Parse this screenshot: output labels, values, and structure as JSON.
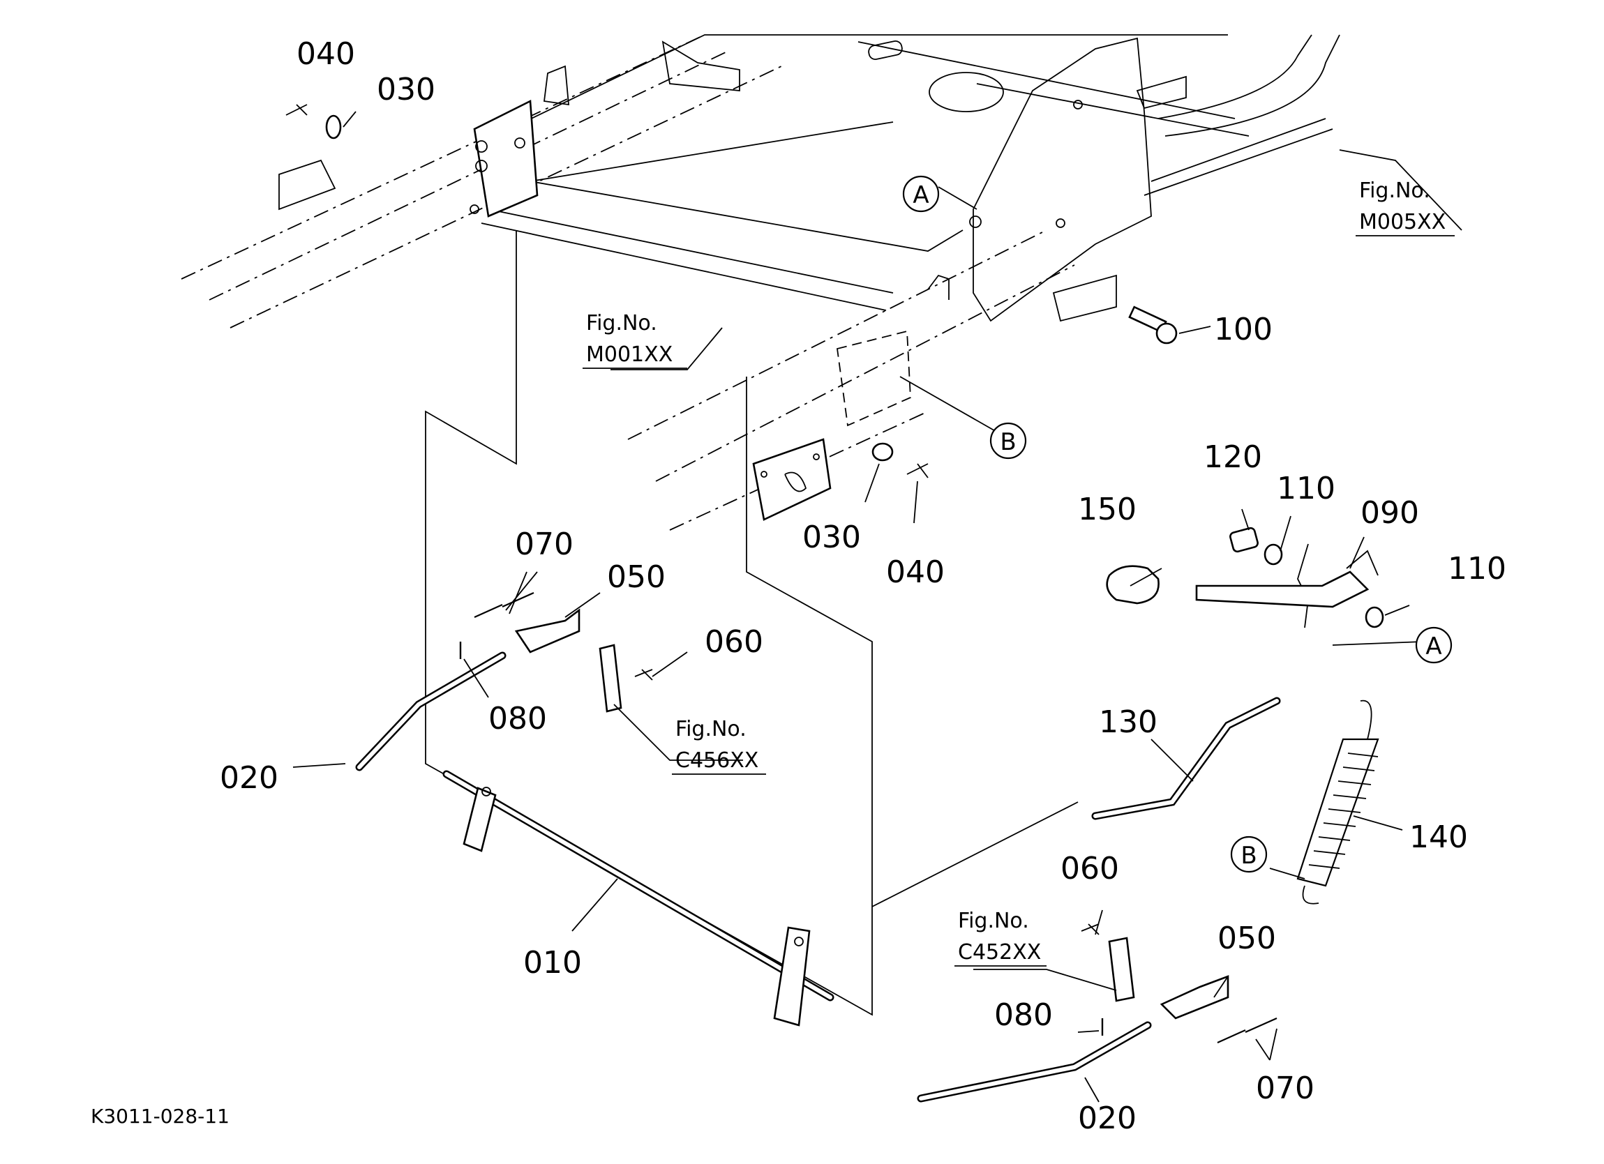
{
  "diagram": {
    "drawing_number": "K3011-028-11",
    "parts": {
      "p010": "010",
      "p020_left": "020",
      "p020_right": "020",
      "p030_top": "030",
      "p030_mid": "030",
      "p040_top": "040",
      "p040_mid": "040",
      "p050_left": "050",
      "p050_right": "050",
      "p060_left": "060",
      "p060_right": "060",
      "p070_left": "070",
      "p070_right": "070",
      "p080_left": "080",
      "p080_right": "080",
      "p090": "090",
      "p100": "100",
      "p110_top": "110",
      "p110_right": "110",
      "p120": "120",
      "p130": "130",
      "p140": "140",
      "p150": "150"
    },
    "references": {
      "m005_title": "Fig.No.",
      "m005_code": "M005XX",
      "m001_title": "Fig.No.",
      "m001_code": "M001XX",
      "c456_title": "Fig.No.",
      "c456_code": "C456XX",
      "c452_title": "Fig.No.",
      "c452_code": "C452XX"
    },
    "markers": {
      "a_top": "A",
      "a_right": "A",
      "b_mid": "B",
      "b_spring": "B"
    }
  }
}
